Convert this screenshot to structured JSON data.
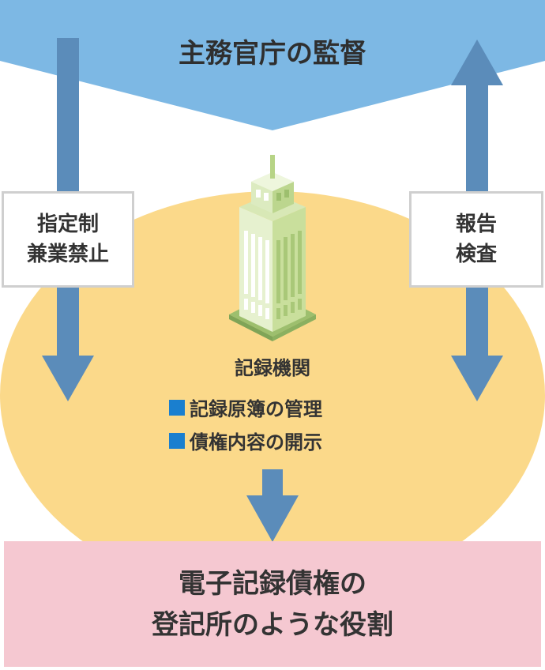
{
  "colors": {
    "banner": "#7db8e4",
    "ellipse": "#fbd98a",
    "arrow": "#5b8cba",
    "footer": "#f5c8d1",
    "bullet": "#1a7fcf",
    "building_light": "#e6f1cf",
    "building_mid": "#c9df9c",
    "building_dark": "#9dbf6e"
  },
  "icons": {
    "building": "office-tower"
  },
  "banner": {
    "title": "主務官庁の監督"
  },
  "left_box": {
    "line1": "指定制",
    "line2": "兼業禁止"
  },
  "right_box": {
    "line1": "報告",
    "line2": "検査"
  },
  "center": {
    "title": "記録機関",
    "bullets": [
      "記録原簿の管理",
      "債権内容の開示"
    ]
  },
  "footer": {
    "line1": "電子記録債権の",
    "line2": "登記所のような役割"
  }
}
